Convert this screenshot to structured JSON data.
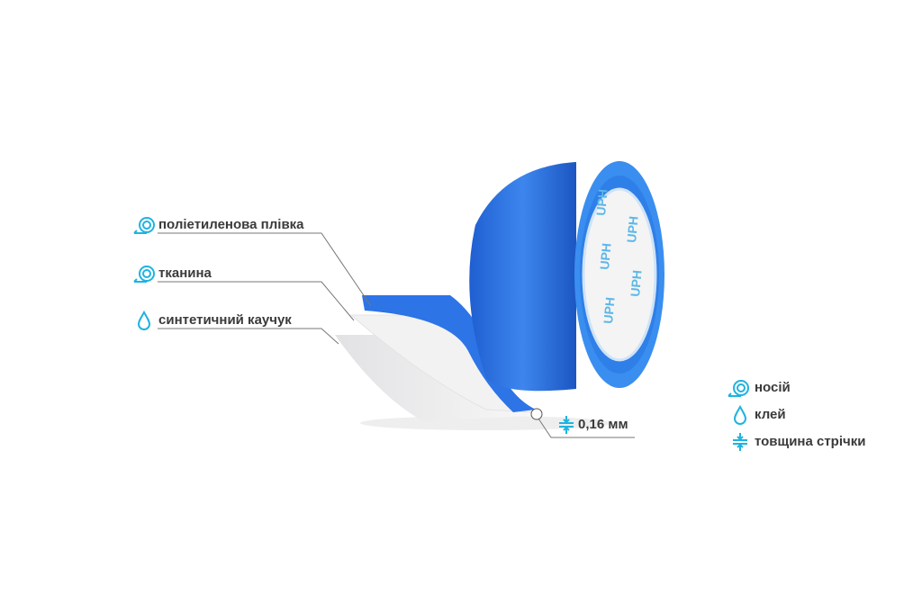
{
  "layers": [
    {
      "label": "поліетиленова плівка",
      "icon": "tape-roll-icon"
    },
    {
      "label": "тканина",
      "icon": "tape-roll-icon"
    },
    {
      "label": "синтетичний каучук",
      "icon": "drop-icon"
    }
  ],
  "thickness": {
    "label": "0,16 мм",
    "icon": "thickness-icon"
  },
  "legend": [
    {
      "label": "носій",
      "icon": "tape-roll-icon"
    },
    {
      "label": "клей",
      "icon": "drop-icon"
    },
    {
      "label": "товщина стрічки",
      "icon": "thickness-icon"
    }
  ],
  "core_brand": "UPH",
  "colors": {
    "accent": "#1fb3e0",
    "tape": "#2a6fe0",
    "text": "#3a3a3a"
  }
}
